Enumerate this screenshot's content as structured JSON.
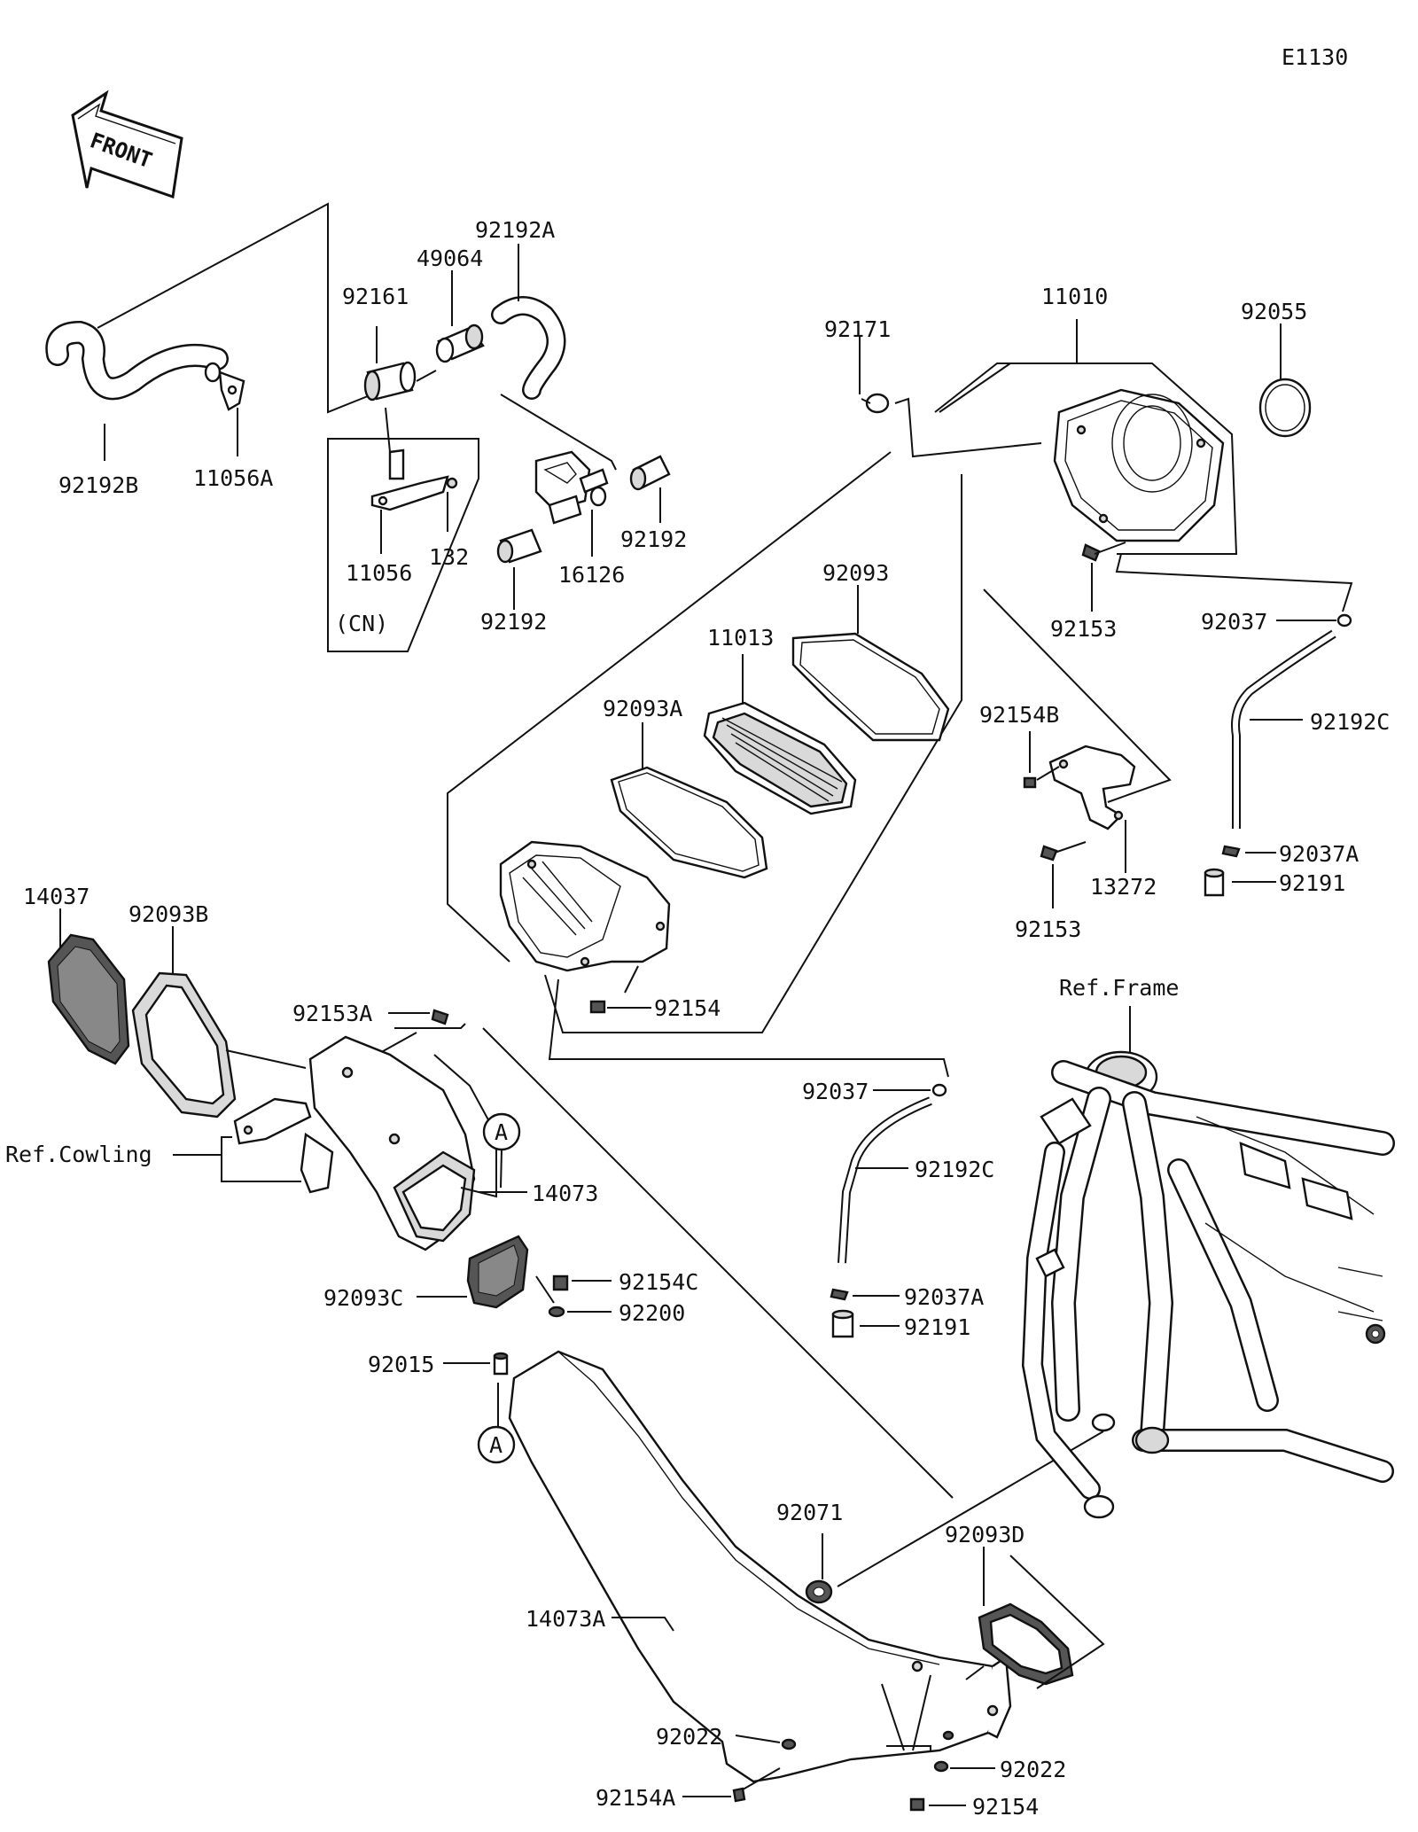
{
  "diagram_code": "E1130",
  "front_label": "FRONT",
  "reference_labels": {
    "frame": "Ref.Frame",
    "cowling": "Ref.Cowling"
  },
  "group_labels": {
    "cn": "(CN)"
  },
  "callouts": {
    "a_upper": "A",
    "a_lower": "A"
  },
  "part_numbers": {
    "p92192A": "92192A",
    "p49064": "49064",
    "p92161": "92161",
    "p92192B": "92192B",
    "p11056A": "11056A",
    "p11056": "11056",
    "p132": "132",
    "p16126": "16126",
    "p92192_a": "92192",
    "p92192_b": "92192",
    "p92171": "92171",
    "p11010": "11010",
    "p92055": "92055",
    "p92153_top": "92153",
    "p92037_top": "92037",
    "p92192C_top": "92192C",
    "p92037A_top": "92037A",
    "p92191_top": "92191",
    "p92093": "92093",
    "p11013": "11013",
    "p92093A": "92093A",
    "p92154B": "92154B",
    "p13272": "13272",
    "p92153_mid": "92153",
    "p92154_mid": "92154",
    "p14037": "14037",
    "p92093B": "92093B",
    "p92153A": "92153A",
    "p14073": "14073",
    "p92093C": "92093C",
    "p92154C": "92154C",
    "p92200": "92200",
    "p92015": "92015",
    "p92037_mid": "92037",
    "p92192C_mid": "92192C",
    "p92037A_mid": "92037A",
    "p92191_mid": "92191",
    "p92071": "92071",
    "p92093D": "92093D",
    "p14073A": "14073A",
    "p92022_left": "92022",
    "p92022_right": "92022",
    "p92154A": "92154A",
    "p92154_bot": "92154"
  }
}
